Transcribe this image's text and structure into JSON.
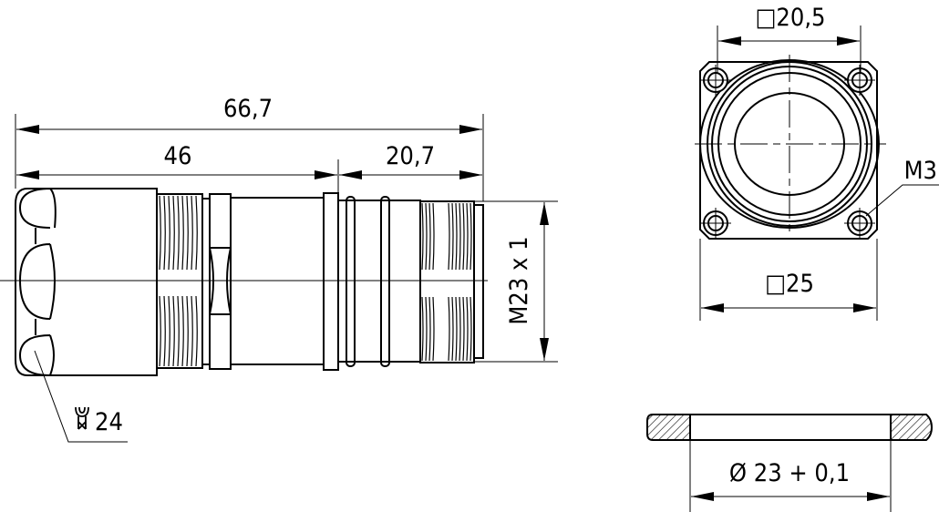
{
  "side_view": {
    "overall_length": "66,7",
    "body_length": "46",
    "front_length": "20,7",
    "thread": "M23 x 1",
    "wrench_size": "24",
    "wrench_icon": "wrench-icon"
  },
  "front_view": {
    "hole_spacing": "□20,5",
    "flange_size": "□25",
    "screw": "M3"
  },
  "washer": {
    "inner_diameter": "Ø 23 + 0,1"
  }
}
